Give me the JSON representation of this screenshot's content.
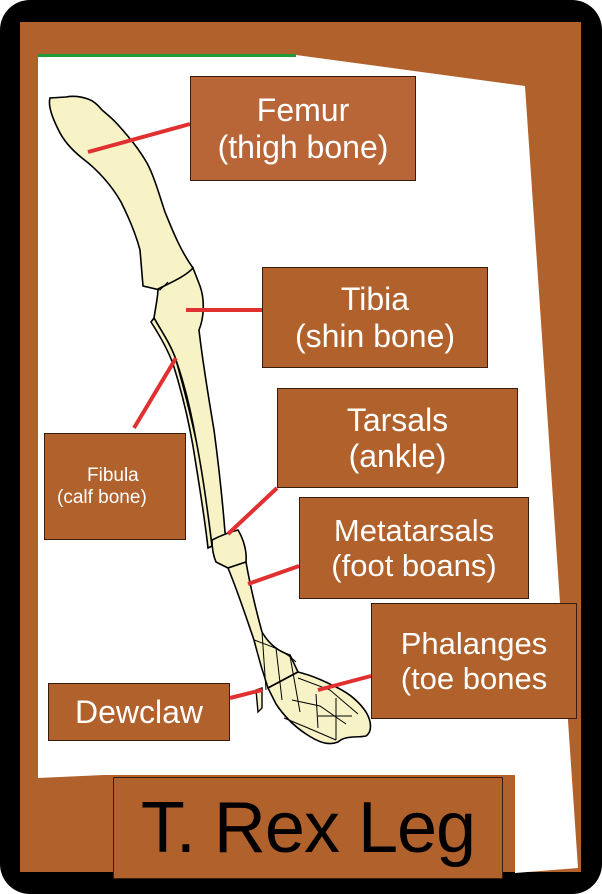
{
  "colors": {
    "frame_outer": "#000000",
    "frame_brown": "#b0612c",
    "paper": "#ffffff",
    "accent_green": "#1f9a3a",
    "bone_fill": "#f7f3c7",
    "bone_stroke": "#000000",
    "leader_line": "#e03030",
    "label_text": "#ffffff",
    "title_text": "#000000"
  },
  "labels": {
    "femur": {
      "line1": "Femur",
      "line2": "(thigh bone)"
    },
    "tibia": {
      "line1": "Tibia",
      "line2": "(shin bone)"
    },
    "tarsals": {
      "line1": "Tarsals",
      "line2": "(ankle)"
    },
    "metatarsals": {
      "line1": "Metatarsals",
      "line2": "(foot boans)"
    },
    "phalanges": {
      "line1": "Phalanges",
      "line2": "(toe bones"
    },
    "fibula": {
      "line1": "Fibula",
      "line2": "(calf bone)"
    },
    "dewclaw": {
      "line1": "Dewclaw"
    }
  },
  "title": "T. Rex Leg"
}
